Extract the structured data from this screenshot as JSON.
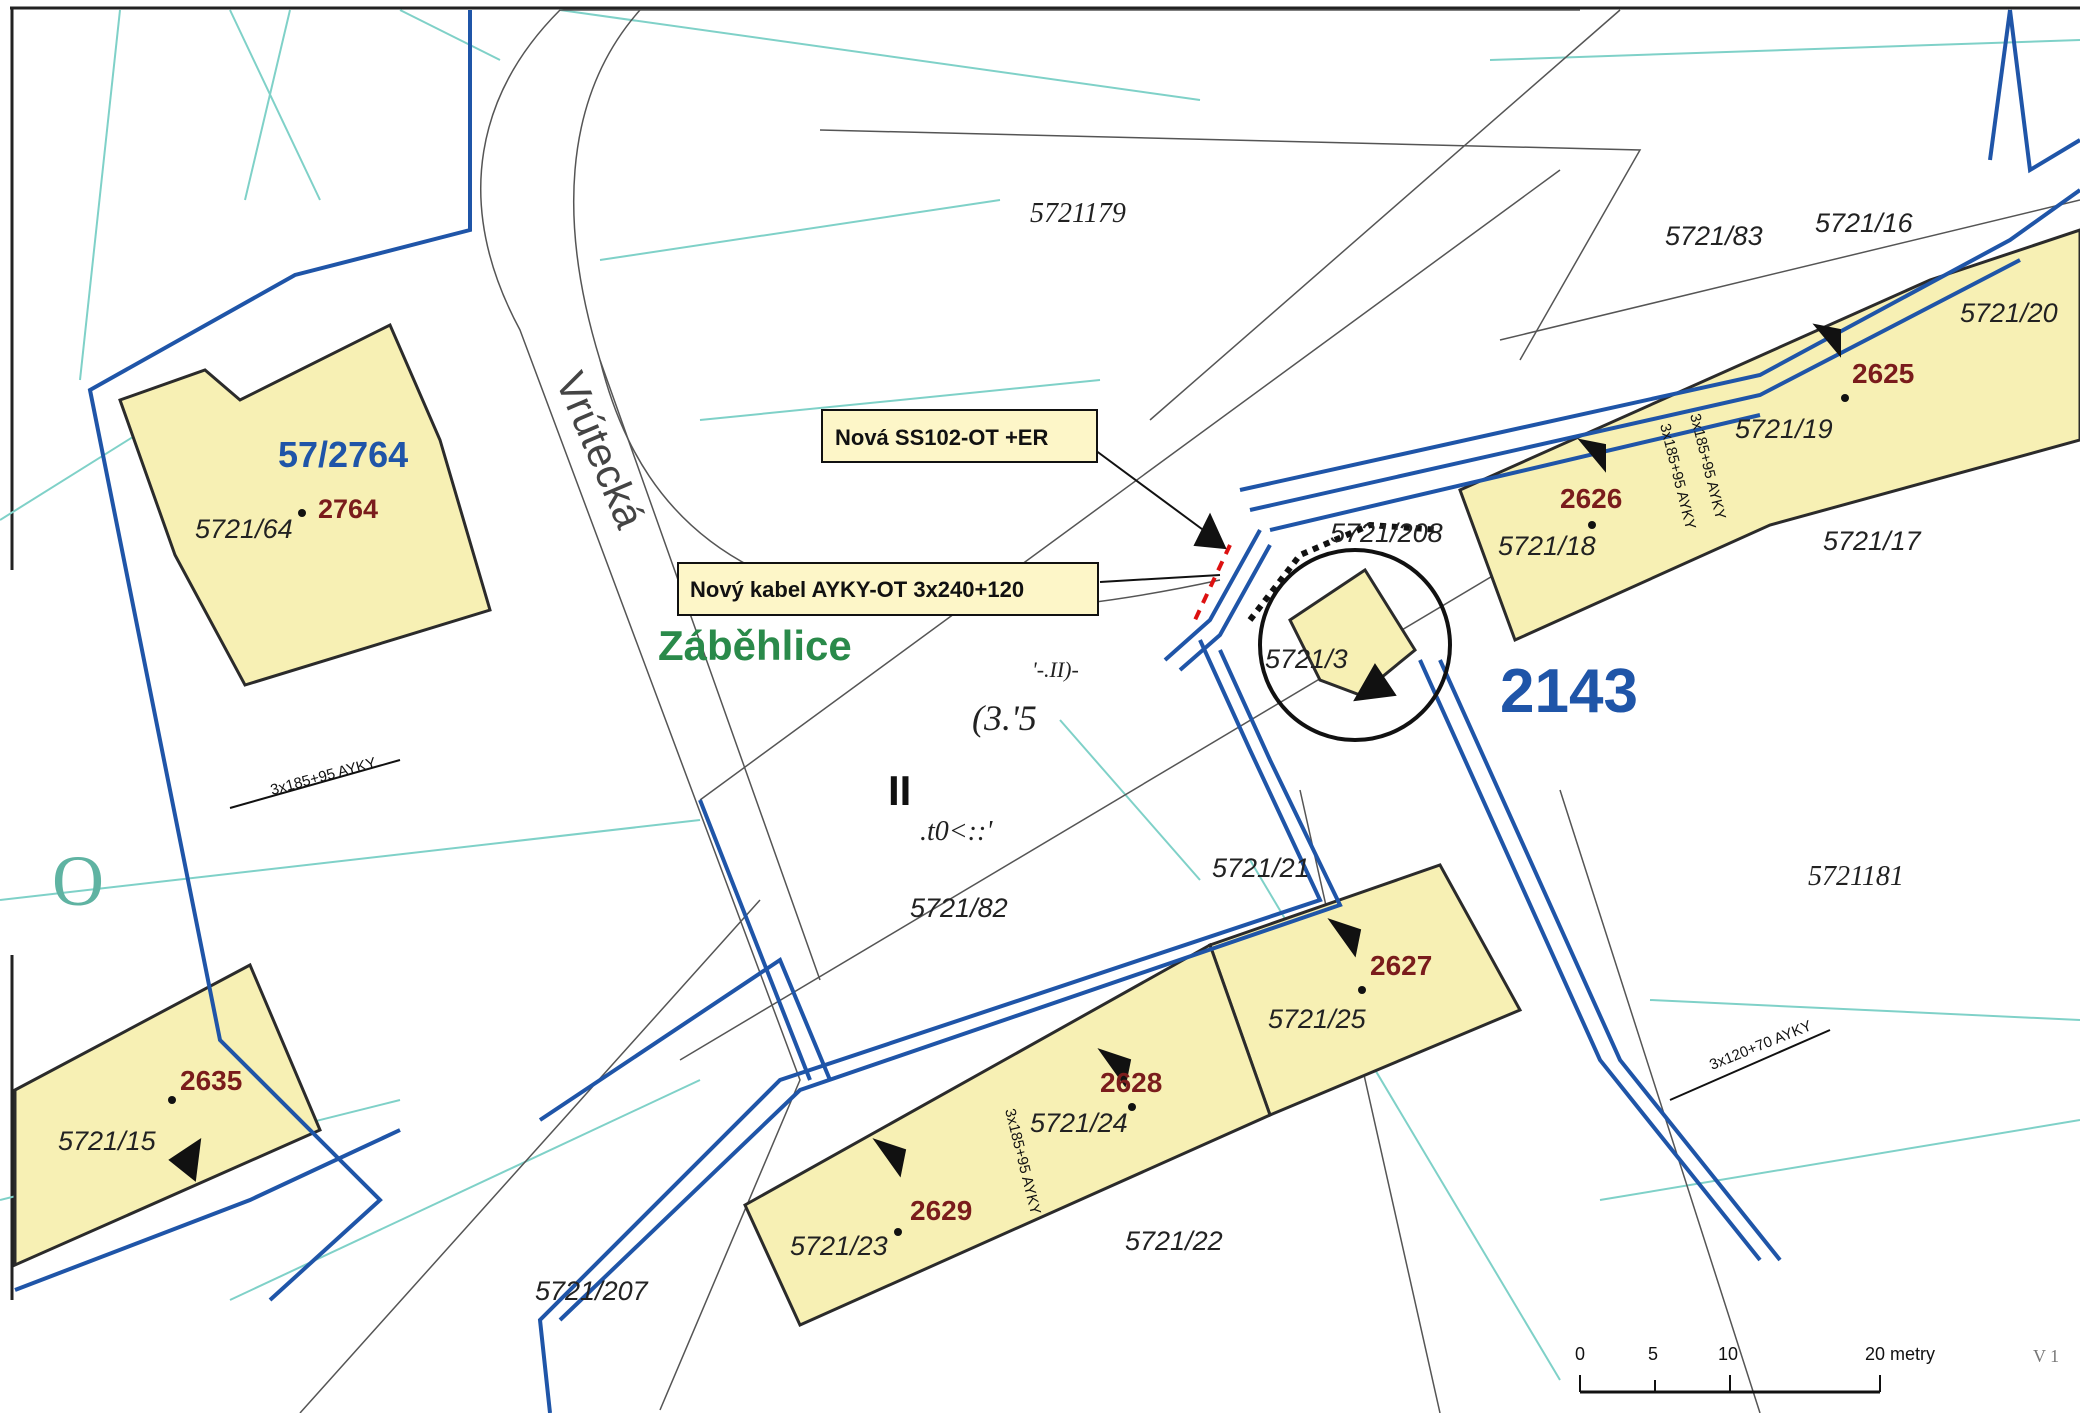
{
  "map": {
    "street_name": "Vrútecká",
    "district_name": "Záběhlice",
    "callouts": [
      {
        "id": "station",
        "text": "Nová SS102-OT +ER"
      },
      {
        "id": "cable",
        "text": "Nový kabel AYKY-OT 3x240+120"
      }
    ],
    "parcel_labels": [
      "5721179",
      "5721/83",
      "5721/16",
      "5721/20",
      "5721/19",
      "5721/18",
      "5721/17",
      "5721/208",
      "5721/3",
      "5721/64",
      "5721/82",
      "5721/21",
      "5721/25",
      "5721/24",
      "5721/23",
      "5721/22",
      "5721/207",
      "5721/15",
      "5721181"
    ],
    "building_numbers": [
      "2764",
      "2625",
      "2626",
      "2627",
      "2628",
      "2629",
      "2635"
    ],
    "blue_labels": {
      "building_ref": "57/2764",
      "section": "2143"
    },
    "cable_labels": [
      "3x185+95 AYKY",
      "3x185+95 AYKY",
      "3x185+95 AYKY",
      "3x185+95 AYKY",
      "3x120+70 AYKY"
    ],
    "ocr_noise": [
      "(3.'5",
      "'-.II)-",
      "II",
      ".t0<::'",
      "O",
      "V 1"
    ],
    "scale_bar": {
      "ticks": [
        "0",
        "5",
        "10",
        "20 metry"
      ]
    },
    "colors": {
      "building_fill": "#f7f0b4",
      "cable_blue": "#1f55a8",
      "parcel_cyan": "#7fd1c8",
      "outline": "#2b2b2b",
      "number_red": "#7a1c1c"
    }
  }
}
